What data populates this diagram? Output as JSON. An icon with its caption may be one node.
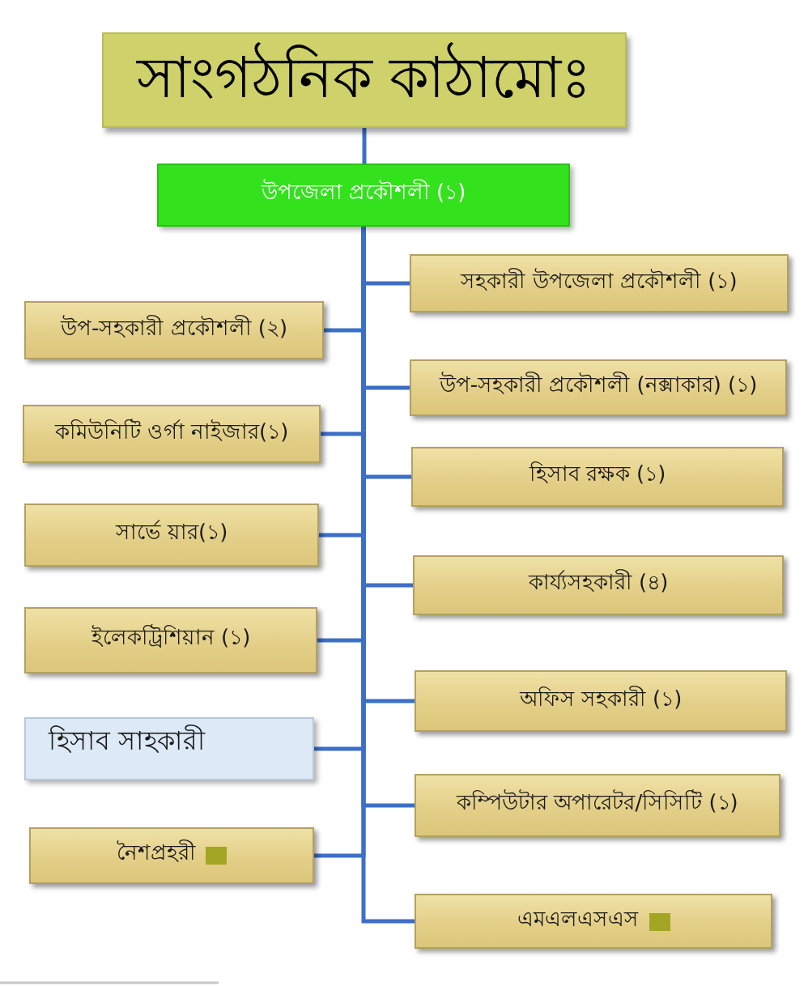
{
  "diagram": {
    "nodes": [
      {
        "text": [
          "সাংগঠনিক কাঠামোঃ"
        ]
      },
      {
        "text": [
          "উপজেলা প্রকৌশলী (১)"
        ]
      },
      {
        "text": [
          "সহকারী উপজেলা প্রকৌশলী (১)"
        ]
      },
      {
        "text": [
          "উপ-সহকারী প্রকৌশলী (২)"
        ]
      },
      {
        "text": [
          "উপ-সহকারী প্রকৌশলী (নক্সাকার) (১)"
        ]
      },
      {
        "text": [
          "কমিউনিটি ওর্গা নাইজার(১)"
        ]
      },
      {
        "text": [
          "হিসাব রক্ষক (১)"
        ]
      },
      {
        "text": [
          "সার্ভে য়ার(১)"
        ]
      },
      {
        "text": [
          "কার্য্যসহকারী (৪)"
        ]
      },
      {
        "text": [
          "ইলেকট্রিশিয়ান (১)"
        ]
      },
      {
        "text": [
          "অফিস সহকারী (১)"
        ]
      },
      {
        "text": [
          "হিসাব সাহকারী"
        ]
      },
      {
        "text": [
          "কম্পিউটার অপারেটর/সিসিটি (১)"
        ]
      },
      {
        "text": [
          "নৈশপ্রহরী"
        ]
      },
      {
        "text": [
          "এমএলএসএস"
        ]
      }
    ],
    "edges": [
      {
        "from": 0,
        "to": 1,
        "arrow": "none"
      },
      {
        "from": 1,
        "to": 2,
        "arrow": "none"
      },
      {
        "from": 1,
        "to": 3,
        "arrow": "none"
      },
      {
        "from": 1,
        "to": 4,
        "arrow": "none"
      },
      {
        "from": 1,
        "to": 5,
        "arrow": "none"
      },
      {
        "from": 1,
        "to": 6,
        "arrow": "none"
      },
      {
        "from": 1,
        "to": 7,
        "arrow": "none"
      },
      {
        "from": 1,
        "to": 8,
        "arrow": "none"
      },
      {
        "from": 1,
        "to": 9,
        "arrow": "none"
      },
      {
        "from": 1,
        "to": 10,
        "arrow": "none"
      },
      {
        "from": 1,
        "to": 11,
        "arrow": "none"
      },
      {
        "from": 1,
        "to": 12,
        "arrow": "none"
      },
      {
        "from": 1,
        "to": 13,
        "arrow": "none"
      },
      {
        "from": 1,
        "to": 14,
        "arrow": "none"
      }
    ]
  }
}
